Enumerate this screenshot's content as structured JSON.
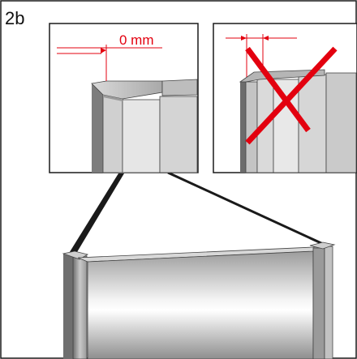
{
  "figure": {
    "label": "2b"
  },
  "detail_correct": {
    "dimension_text": "0 mm"
  },
  "detail_wrong": {
    "mark": "cross-mark"
  },
  "colors": {
    "accent_red": "#e3000f",
    "outline": "#1a1a1a",
    "background": "#ffffff"
  }
}
